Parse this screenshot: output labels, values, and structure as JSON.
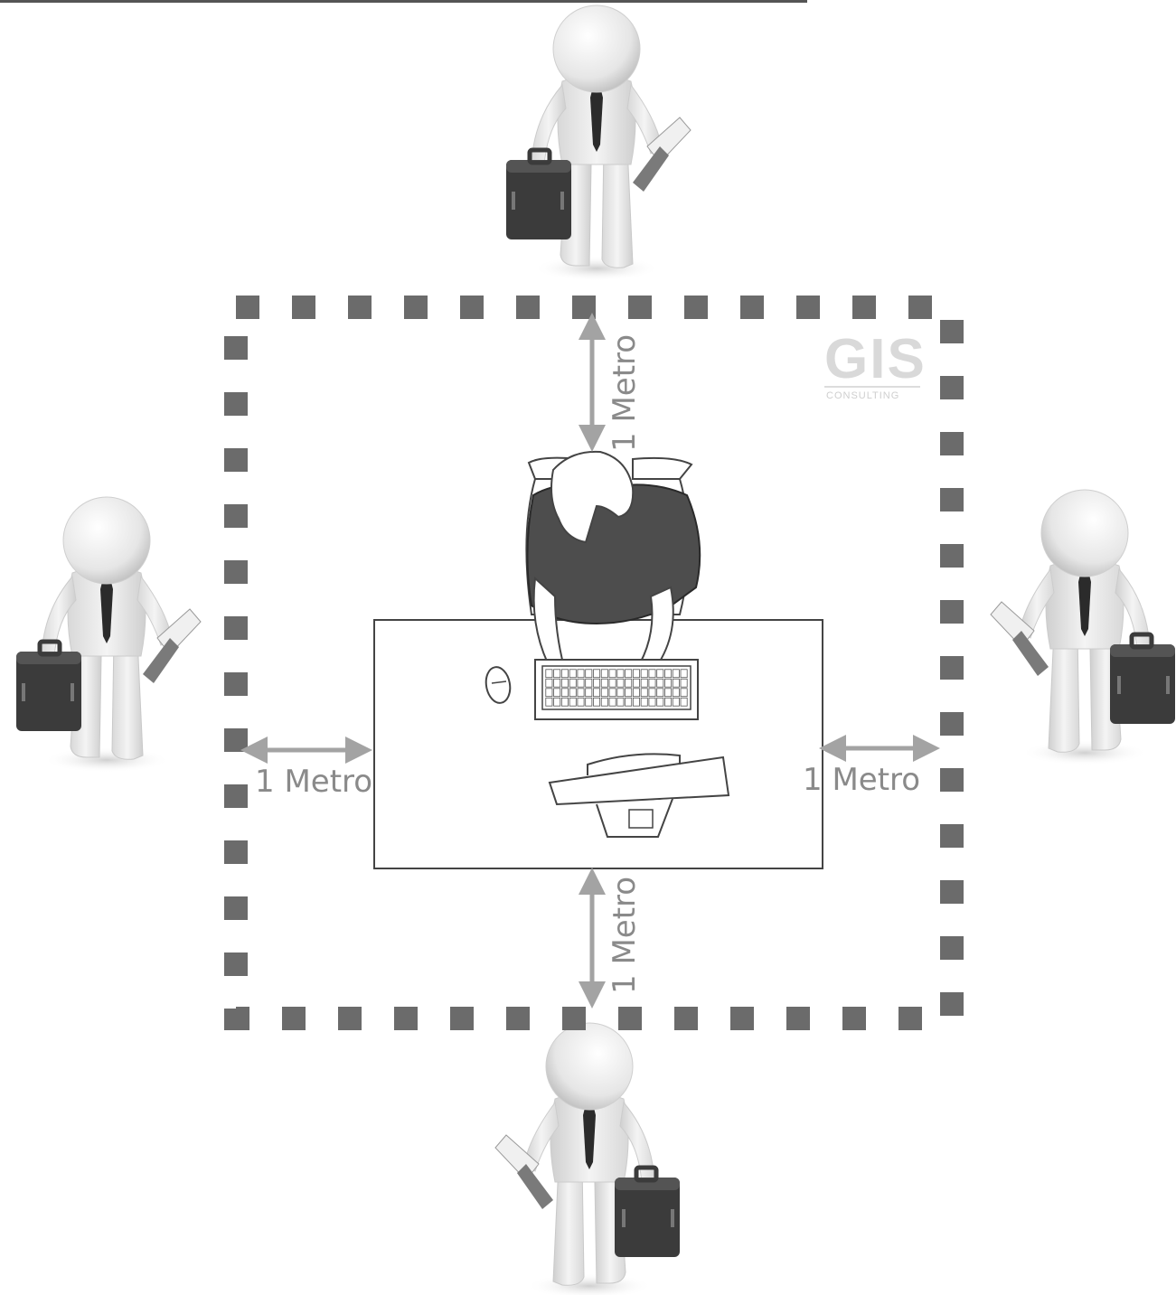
{
  "labels": {
    "top": "1 Metro",
    "bottom": "1 Metro",
    "left": "1 Metro",
    "right": "1 Metro"
  },
  "logo": {
    "mark": "GIS",
    "subtitle": "CONSULTING"
  },
  "colors": {
    "boundary": "#6b6b6b",
    "arrow": "#a3a3a3",
    "label": "#8a8a8a",
    "logo": "#d9d9d9"
  },
  "icons": [
    "businessman-figure",
    "seated-worker-topview",
    "desk",
    "keyboard",
    "mouse",
    "monitor",
    "double-arrow"
  ]
}
